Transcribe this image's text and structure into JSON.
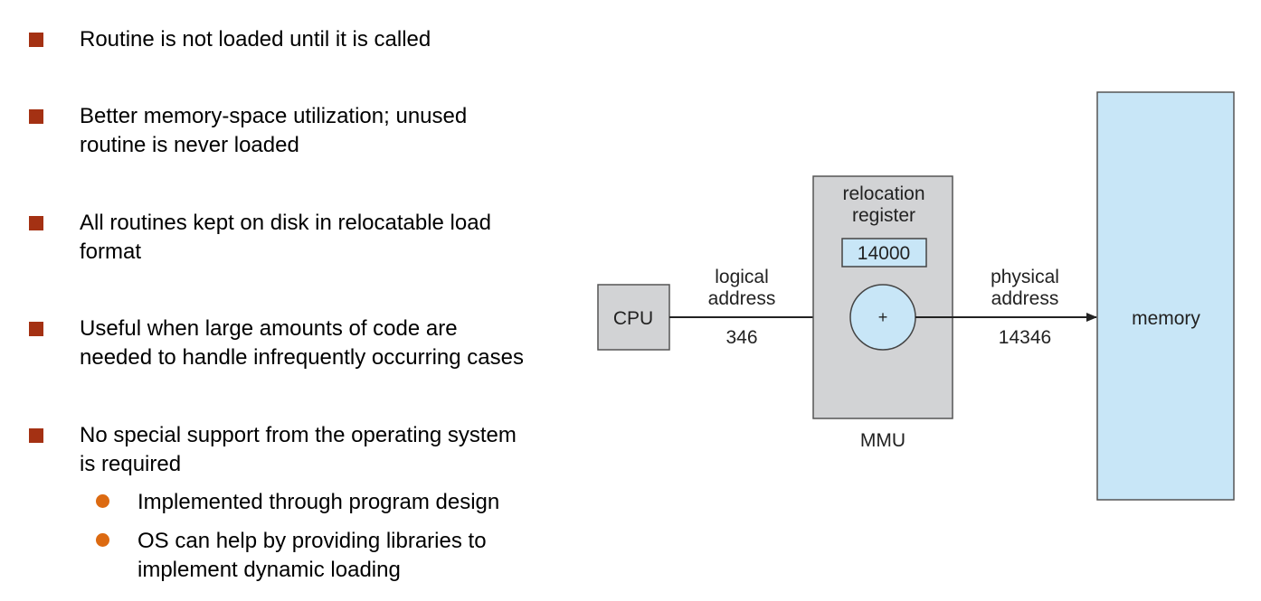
{
  "bullets": [
    {
      "lines": [
        "Routine is not loaded until it is called"
      ]
    },
    {
      "lines": [
        "Better memory-space utilization; unused",
        "routine is never loaded"
      ]
    },
    {
      "lines": [
        "All routines kept on disk in relocatable load",
        "format"
      ]
    },
    {
      "lines": [
        "Useful when large amounts of code are",
        "needed to handle infrequently occurring cases"
      ]
    },
    {
      "lines": [
        "No special support from the operating system",
        "is required"
      ]
    }
  ],
  "sub_bullets": [
    {
      "lines": [
        "Implemented through program design"
      ]
    },
    {
      "lines": [
        "OS can help by providing libraries to",
        "implement dynamic loading"
      ]
    }
  ],
  "diagram": {
    "cpu_label": "CPU",
    "logical_label_1": "logical",
    "logical_label_2": "address",
    "logical_value": "346",
    "relocation_label_1": "relocation",
    "relocation_label_2": "register",
    "register_value": "14000",
    "adder_symbol": "+",
    "mmu_label": "MMU",
    "physical_label_1": "physical",
    "physical_label_2": "address",
    "physical_value": "14346",
    "memory_label": "memory",
    "colors": {
      "bullet_square": "#a43113",
      "sub_bullet_dot": "#dc6a11",
      "gray_box": "#d2d3d5",
      "light_blue": "#c8e6f7"
    }
  }
}
